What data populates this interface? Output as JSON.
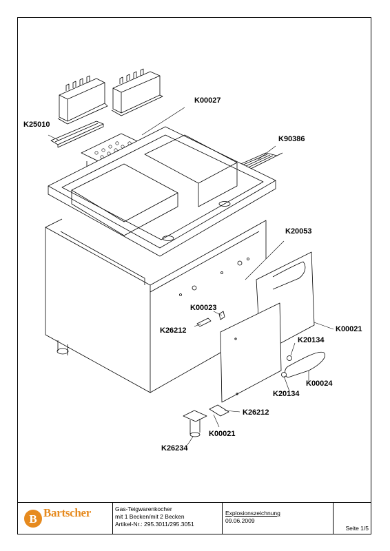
{
  "parts": {
    "k00027": "K00027",
    "k25010": "K25010",
    "k90386": "K90386",
    "k20053": "K20053",
    "k00023": "K00023",
    "k26212_a": "K26212",
    "k00021_a": "K00021",
    "k20134_a": "K20134",
    "k00024": "K00024",
    "k20134_b": "K20134",
    "k26212_b": "K26212",
    "k00021_b": "K00021",
    "k26234": "K26234"
  },
  "title_block": {
    "logo": "Bartscher",
    "product_line1": "Gas-Teigwarenkocher",
    "product_line2": "mit 1 Becken/mit 2 Becken",
    "product_line3": "Artikel-Nr.: 295.3011/295.3051",
    "doc_type": "Explosionszeichnung",
    "date": "09.06.2009",
    "page": "Seite 1/5"
  },
  "colors": {
    "brand": "#e68a1e",
    "line": "#000000"
  }
}
